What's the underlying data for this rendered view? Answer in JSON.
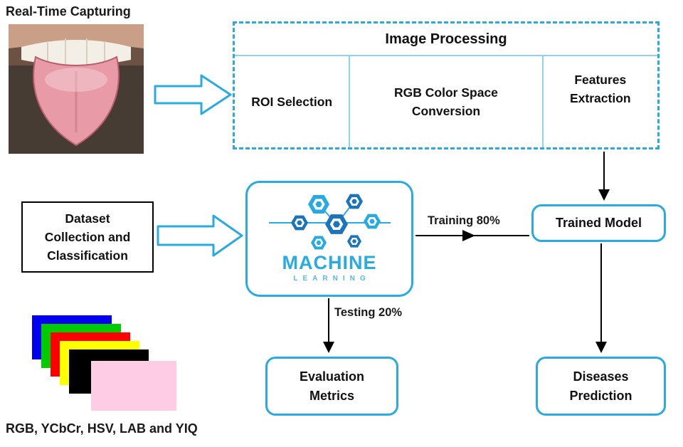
{
  "capture": {
    "title": "Real-Time Capturing"
  },
  "image_processing": {
    "title": "Image Processing",
    "steps": [
      {
        "label": "ROI Selection"
      },
      {
        "label": "RGB Color Space Conversion"
      },
      {
        "label": "Features Extraction"
      }
    ]
  },
  "dataset": {
    "label": "Dataset Collection and Classification"
  },
  "ml": {
    "title": "MACHINE",
    "subtitle": "LEARNING"
  },
  "edges": {
    "training": "Training 80%",
    "testing": "Testing 20%"
  },
  "trained_model": {
    "label": "Trained Model"
  },
  "evaluation": {
    "label": "Evaluation Metrics"
  },
  "diseases": {
    "label": "Diseases Prediction"
  },
  "color_spaces": {
    "caption": "RGB, YCbCr, HSV, LAB and YIQ",
    "swatch_colors": [
      "#0000F0",
      "#00CC00",
      "#FF0000",
      "#FFFF00",
      "#000000",
      "#FFCCE6"
    ]
  },
  "colors": {
    "accent": "#29ABE2",
    "logo_cyan": "#27AAE1",
    "logo_blue": "#1B75BC"
  }
}
